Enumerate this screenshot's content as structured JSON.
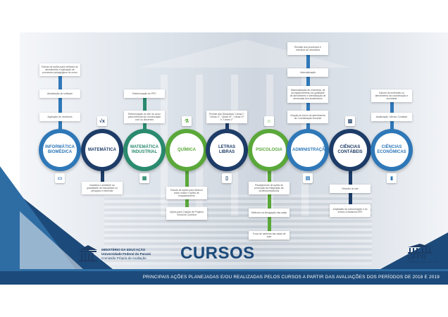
{
  "title": "CURSOS",
  "banner_text": "PRINCIPAIS AÇÕES PLANEJADAS E/OU REALIZADAS PELOS CURSOS A PARTIR DAS AVALIAÇÕES DOS PERÍODOS DE 2018 E 2019",
  "mec": {
    "line1": "MINISTÉRIO DA EDUCAÇÃO",
    "line2": "Universidade Federal do Paraná",
    "line3": "Comissão Própria de Avaliação"
  },
  "ufpr": {
    "name": "UFPR",
    "sub": "UNIVERSIDADE FEDERAL DO PARANÁ"
  },
  "courses": [
    {
      "label": "INFORMÁTICA BIOMÉDICA",
      "color": "#2f78b8",
      "icon": "computer-icon",
      "top_boxes": [
        "Estudo de ações para melhoria do atendimento e aplicação de processos pedagógicos do curso",
        "Atualização de software",
        "Aquisição de monitores"
      ],
      "bottom_boxes": []
    },
    {
      "label": "MATEMÁTICA",
      "color": "#1d3c68",
      "icon": "sqrt-icon",
      "top_boxes": [],
      "bottom_boxes": [
        "Iniciativa e ambiente ao quantidade de estudantes no pesquisa e extensão"
      ]
    },
    {
      "label": "MATEMÁTICA INDUSTRIAL",
      "color": "#2a8a6e",
      "icon": "calculator-icon",
      "top_boxes": [
        "Reformulação do PPC",
        "Reformulação do site do curso para melhoria da comunicação com os discentes"
      ],
      "bottom_boxes": []
    },
    {
      "label": "QUÍMICA",
      "color": "#5aa83a",
      "icon": "flask-icon",
      "top_boxes": [],
      "bottom_boxes": [
        "Estudo de ações para diminuir baixo índice e ações de enquadramento",
        "Ações para Criação de Projetos Social de Química"
      ]
    },
    {
      "label": "LETRAS LIBRAS",
      "color": "#1d3c68",
      "icon": "book-icon",
      "top_boxes": [
        "Permite das Disciplinas \"Libras I\", \"Libras II\", \"Libras III\", \"Libras IV\" e \"Libras V\""
      ],
      "bottom_boxes": []
    },
    {
      "label": "PSICOLOGIA",
      "color": "#5aa83a",
      "icon": "head-icon",
      "top_boxes": [],
      "bottom_boxes": [
        "Planejamento de ações de promoção da integração de professores/alunos",
        "Melhoria na divulgação das salas",
        "Troca de cadeiras das salas de aula"
      ]
    },
    {
      "label": "ADMINISTRAÇÃO",
      "color": "#2f78b8",
      "icon": "chart-icon",
      "top_boxes": [
        "Revisão dos processos e estrutura de secretaria",
        "Informatização",
        "Sistematização de entrevista, de acompanhamento da qualidade de atendimento e identificação de demandas dos acadêmicos",
        "Criação do fórum de atendimento de Coordenação Docente"
      ],
      "bottom_boxes": []
    },
    {
      "label": "CIÊNCIAS CONTÁBEIS",
      "color": "#1d3c68",
      "icon": "document-icon",
      "top_boxes": [],
      "bottom_boxes": [
        "Revisão do site",
        "Ampliação da comunicação e do ensino a distância EPE"
      ]
    },
    {
      "label": "CIÊNCIAS ECONÔMICAS",
      "color": "#2f78b8",
      "icon": "bar-chart-icon",
      "top_boxes": [
        "Estudo de melhorias no atendimento da coordenação e secretaria",
        "Atualização: Mentor Contador"
      ],
      "bottom_boxes": []
    }
  ]
}
